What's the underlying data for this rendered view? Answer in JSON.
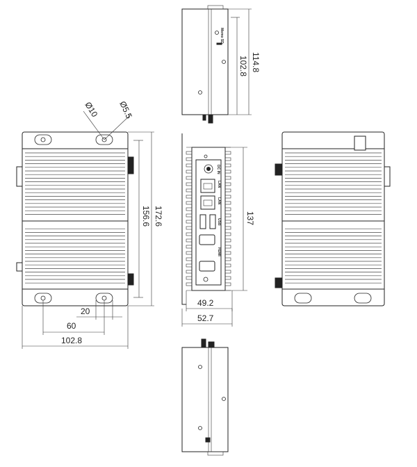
{
  "dimensions": {
    "top_height": "114.8",
    "top_inner_height": "102.8",
    "hole_dia_10": "Ø10",
    "hole_dia_5_5": "Ø5.5",
    "front_height": "172.6",
    "front_inner_height": "156.6",
    "slot_spacing": "20",
    "hole_spacing": "60",
    "front_width": "102.8",
    "side_height": "137",
    "side_inner_width": "49.2",
    "side_width": "52.7"
  },
  "io_labels": {
    "dc_in": "DC IN",
    "lan_a": "LAN",
    "lan_b": "LAN",
    "usb": "USB",
    "hdmi": "HDMI",
    "memo": "Memo SD"
  }
}
